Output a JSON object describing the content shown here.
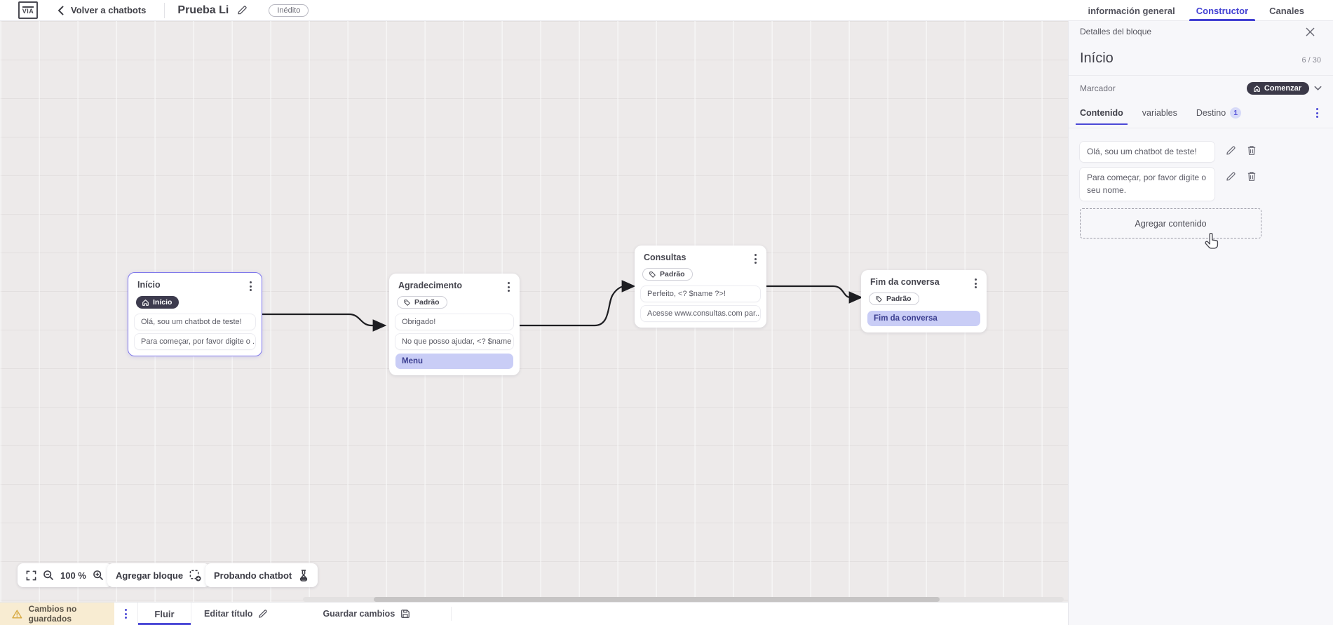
{
  "topbar": {
    "logo_text": "VIA",
    "back_label": "Volver a chatbots",
    "title": "Prueba Li",
    "status_badge": "Inédito",
    "tabs": [
      {
        "label": "información general",
        "active": false
      },
      {
        "label": "Constructor",
        "active": true
      },
      {
        "label": "Canales",
        "active": false
      }
    ]
  },
  "canvas": {
    "zoom_level": "100 %",
    "toolbar": {
      "add_block_label": "Agregar bloque",
      "test_chatbot_label": "Probando chatbot"
    },
    "blocks": [
      {
        "title": "Início",
        "badge": "Início",
        "badge_type": "start",
        "selected": true,
        "messages": [
          "Olá, sou um chatbot de teste!",
          "Para começar, por favor digite o ..."
        ]
      },
      {
        "title": "Agradecimento",
        "badge": "Padrão",
        "badge_type": "default",
        "messages": [
          "Obrigado!",
          "No que posso ajudar, <? $name ..."
        ],
        "action": "Menu"
      },
      {
        "title": "Consultas",
        "badge": "Padrão",
        "badge_type": "default",
        "messages": [
          "Perfeito, <? $name ?>!",
          "Acesse www.consultas.com par..."
        ]
      },
      {
        "title": "Fim da conversa",
        "badge": "Padrão",
        "badge_type": "default",
        "messages": [],
        "action": "Fim da conversa"
      }
    ]
  },
  "panel": {
    "header": "Detalles del bloque",
    "block_name": "Início",
    "char_counter": "6 / 30",
    "marker_label": "Marcador",
    "marker_value": "Comenzar",
    "tabs": [
      {
        "label": "Contenido",
        "active": true
      },
      {
        "label": "variables",
        "active": false
      },
      {
        "label": "Destino",
        "active": false,
        "badge": "1"
      }
    ],
    "contents": [
      "Olá, sou um chatbot de teste!",
      "Para começar, por favor digite o seu nome."
    ],
    "add_content_label": "Agregar contenido"
  },
  "statusbar": {
    "unsaved_label": "Cambios no guardados",
    "flow_tab_label": "Fluir",
    "edit_title_label": "Editar título",
    "save_label": "Guardar cambios"
  },
  "icons": [
    "via-logo",
    "chevron-left-icon",
    "pencil-icon",
    "home-icon",
    "tag-icon",
    "kebab-menu-icon",
    "close-icon",
    "chevron-down-icon",
    "trash-icon",
    "fullscreen-icon",
    "zoom-out-icon",
    "zoom-in-icon",
    "add-block-icon",
    "flask-icon",
    "warning-icon",
    "save-icon",
    "hand-cursor"
  ],
  "colors": {
    "accent_indigo": "#4b48d6",
    "tab_active_blue": "#4341d3",
    "selected_block_border": "#7f78ea",
    "dark_pill": "#3b3948",
    "lavender_row_bg": "#c9cdf6",
    "lavender_row_text": "#3b3e90",
    "warning_chip_bg": "#f8ecd2",
    "warning_icon": "#d7a940",
    "canvas_bg": "#edeaea",
    "connector": "#1e1e22"
  }
}
